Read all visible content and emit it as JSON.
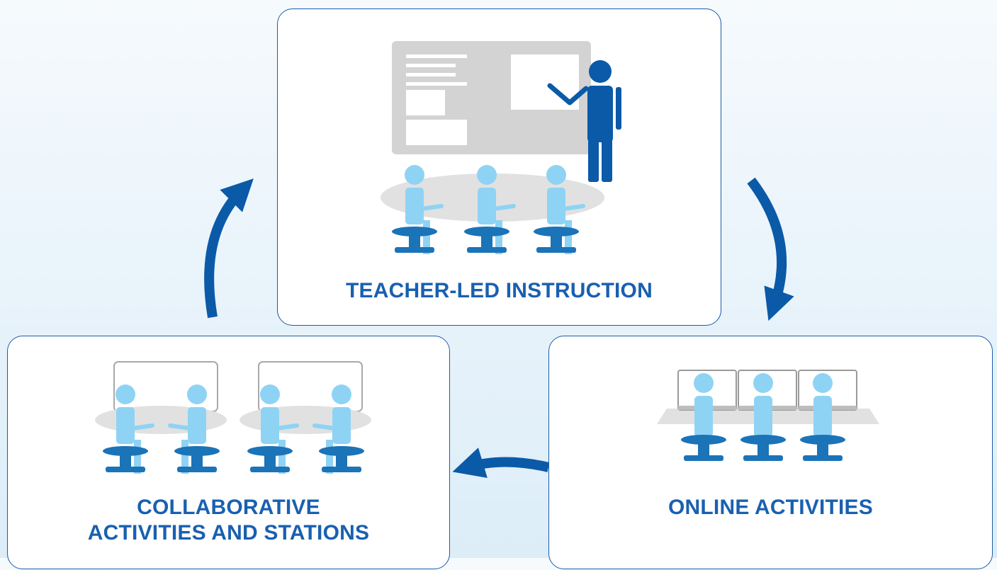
{
  "stages": {
    "teacher_led": {
      "label": "TEACHER-LED INSTRUCTION"
    },
    "online": {
      "label": "ONLINE ACTIVITIES"
    },
    "collaborative": {
      "line1": "COLLABORATIVE",
      "line2": "ACTIVITIES AND STATIONS"
    }
  },
  "colors": {
    "accent_dark": "#0a5aa8",
    "figure_light": "#8fd3f4",
    "stool_dark": "#1b73b8",
    "board_gray": "#d3d3d3",
    "table_gray": "#e1e1e1"
  }
}
